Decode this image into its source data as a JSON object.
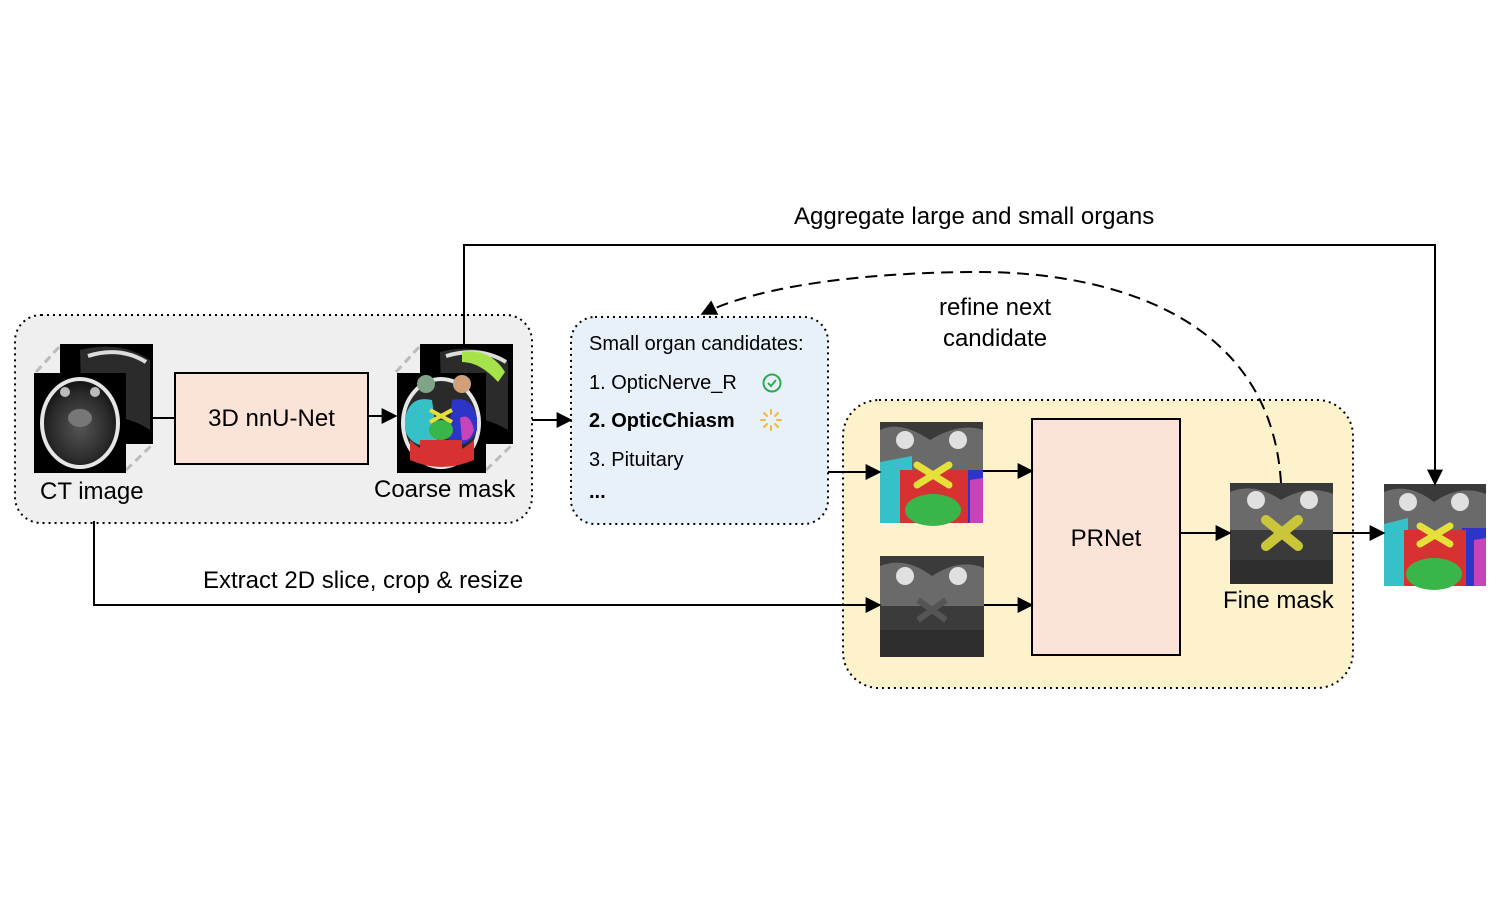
{
  "labels": {
    "aggregate": "Aggregate large and small organs",
    "refine": "refine next candidate",
    "extract": "Extract 2D slice, crop & resize",
    "ct_image": "CT image",
    "coarse_mask": "Coarse mask",
    "fine_mask": "Fine mask"
  },
  "blocks": {
    "nnunet": "3D nnU-Net",
    "prnet": "PRNet"
  },
  "candidates": {
    "title": "Small organ candidates:",
    "items": [
      {
        "text": "1. OpticNerve_R",
        "status": "done",
        "status_icon": "check-circle-icon"
      },
      {
        "text": "2. OpticChiasm",
        "status": "in-progress",
        "status_icon": "spinner-icon"
      },
      {
        "text": "3. Pituitary",
        "status": "pending",
        "status_icon": ""
      }
    ],
    "more": "..."
  },
  "colors": {
    "stage1_bg": "#efefef",
    "candidates_bg": "#e8f0fa",
    "stage2_bg": "#fdf2cc",
    "block_fill": "#fbe3d7",
    "check": "#2eaa4f",
    "spinner": "#f4b93a"
  }
}
